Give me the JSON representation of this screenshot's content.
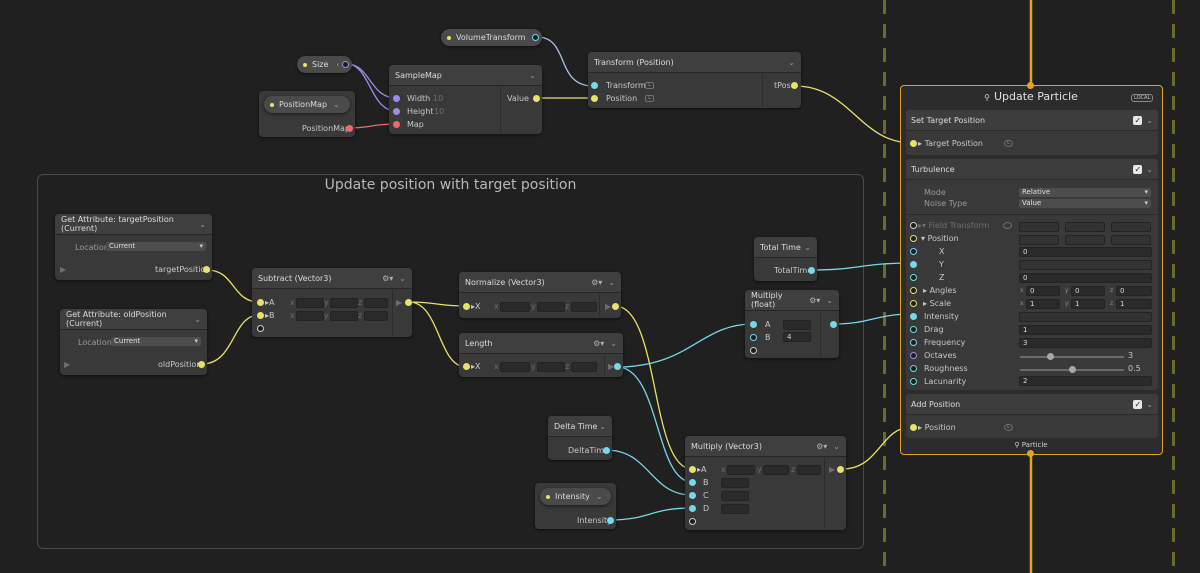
{
  "group": {
    "title": "Update position with target position"
  },
  "params": {
    "size": "Size",
    "volume_transform": "VolumeTransform",
    "position_map": "PositionMap",
    "position_map_out": "PositionMap",
    "intensity": "Intensity",
    "intensity_out": "Intensity"
  },
  "sample_map": {
    "title": "SampleMap",
    "inputs": [
      "Width",
      "Height",
      "Map"
    ],
    "width_value": "10",
    "height_value": "10",
    "output": "Value"
  },
  "transform": {
    "title": "Transform (Position)",
    "inputs": [
      "Transform",
      "Position"
    ],
    "output": "tPos",
    "lock": "L"
  },
  "get_target": {
    "title": "Get Attribute: targetPosition (Current)",
    "location_label": "Location",
    "location_value": "Current",
    "output": "targetPosition"
  },
  "get_old": {
    "title": "Get Attribute: oldPosition (Current)",
    "location_label": "Location",
    "location_value": "Current",
    "output": "oldPosition"
  },
  "subtract": {
    "title": "Subtract (Vector3)",
    "inputs": [
      "A",
      "B"
    ],
    "axes": [
      "x",
      "y",
      "z"
    ]
  },
  "normalize": {
    "title": "Normalize (Vector3)",
    "inputs": [
      "X"
    ],
    "axes": [
      "x",
      "y",
      "z"
    ]
  },
  "length": {
    "title": "Length",
    "inputs": [
      "X"
    ],
    "axes": [
      "x",
      "y",
      "z"
    ]
  },
  "total_time": {
    "title": "Total Time",
    "output": "TotalTime"
  },
  "delta_time": {
    "title": "Delta Time",
    "output": "DeltaTime"
  },
  "multiply_float": {
    "title": "Multiply (float)",
    "inputs": [
      "A",
      "B"
    ],
    "b_value": "4"
  },
  "multiply_vec3": {
    "title": "Multiply (Vector3)",
    "inputs": [
      "A",
      "B",
      "C",
      "D"
    ],
    "axes": [
      "x",
      "y",
      "z"
    ]
  },
  "context": {
    "title": "Update Particle",
    "space_badge": "LOCAL",
    "footer": "Particle",
    "set_target": {
      "title": "Set Target Position",
      "port": "Target Position",
      "lock": "L"
    },
    "turbulence": {
      "title": "Turbulence",
      "mode_label": "Mode",
      "mode_value": "Relative",
      "noise_label": "Noise Type",
      "noise_value": "Value",
      "field_transform": "Field Transform",
      "position_label": "Position",
      "x_label": "X",
      "x_value": "0",
      "y_label": "Y",
      "z_label": "Z",
      "z_value": "0",
      "angles_label": "Angles",
      "angles": [
        "0",
        "0",
        "0"
      ],
      "scale_label": "Scale",
      "scale": [
        "1",
        "1",
        "1"
      ],
      "axis_caps": [
        "x",
        "y",
        "z"
      ],
      "intensity_label": "Intensity",
      "drag_label": "Drag",
      "drag_value": "1",
      "frequency_label": "Frequency",
      "frequency_value": "3",
      "octaves_label": "Octaves",
      "octaves_value": "3",
      "roughness_label": "Roughness",
      "roughness_value": "0.5",
      "lacunarity_label": "Lacunarity",
      "lacunarity_value": "2"
    },
    "add_position": {
      "title": "Add Position",
      "port": "Position",
      "lock": "L"
    }
  },
  "icons": {
    "checkbox": "✓",
    "chevron": "⌄",
    "collapse": "‹",
    "gear": "⚙▾",
    "flow": "⚲"
  },
  "colors": {
    "float": "#74d9e8",
    "vector": "#e8e26a",
    "int": "#9b8ee8",
    "texture": "#ee6a6a",
    "flow": "#e6a323"
  }
}
